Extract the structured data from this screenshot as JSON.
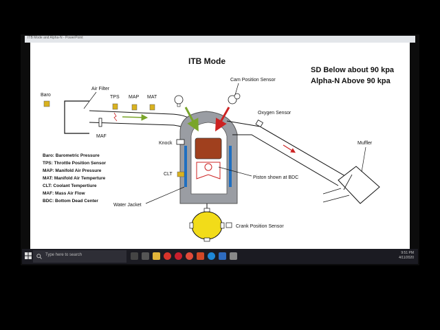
{
  "window": {
    "title": "ITB Mode and Alpha-N - PowerPoint"
  },
  "slide": {
    "title": "ITB Mode",
    "mode_line1": "SD Below about 90 kpa",
    "mode_line2": "Alpha-N Above 90 kpa"
  },
  "diagram": {
    "labels": {
      "baro": "Baro",
      "air_filter": "Air Filter",
      "tps": "TPS",
      "map": "MAP",
      "mat": "MAT",
      "maf": "MAF",
      "cam_sensor": "Cam Position Sensor",
      "oxygen_sensor": "Oxygen Sensor",
      "muffler": "Muffler",
      "knock": "Knock",
      "clt": "CLT",
      "piston_note": "Piston shown at BDC",
      "water_jacket": "Water Jacket",
      "crank_sensor": "Crank Position Sensor"
    },
    "legend": [
      "Baro: Barometric Pressure",
      "TPS: Throttle Position Sensor",
      "MAP: Manifold Air Pressure",
      "MAT: Manifold Air Temperture",
      "CLT: Coolant Tempertiure",
      "MAF: Mass Air Flow",
      "BDC: Bottom Dead Center"
    ],
    "colors": {
      "sensor_yellow": "#d9b21f",
      "intake_arrow_green": "#7aa52a",
      "exhaust_arrow_red": "#cc2222",
      "piston_brown": "#a0401e",
      "water_jacket_blue": "#1f6fc1",
      "crank_yellow": "#f2dc19",
      "block_gray": "#9a9da3"
    }
  },
  "taskbar": {
    "search_placeholder": "Type here to search",
    "time": "9:51 PM",
    "date": "4/11/2020",
    "icons": [
      "windows-icon",
      "search-icon",
      "mic-icon",
      "task-view-icon",
      "file-explorer-icon",
      "chrome-icon",
      "opera-icon",
      "chrome-icon",
      "powerpoint-icon",
      "skype-icon",
      "settings-icon",
      "photos-icon"
    ]
  }
}
